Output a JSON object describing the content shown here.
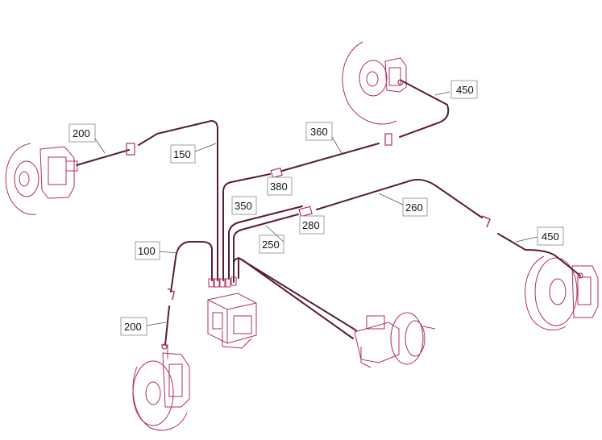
{
  "colors": {
    "component_line": "#b0305a",
    "pipe": "#5a1f2e",
    "label_text": "#111111",
    "label_box_border": "#888888",
    "background": "#ffffff"
  },
  "labels": {
    "pipe_450_rear_right": "450",
    "pipe_360": "360",
    "pipe_200_front_left": "200",
    "pipe_150": "150",
    "pipe_380": "380",
    "pipe_350": "350",
    "pipe_260": "260",
    "pipe_280": "280",
    "pipe_250": "250",
    "pipe_450_front_right": "450",
    "pipe_100": "100",
    "pipe_200_lower": "200"
  }
}
